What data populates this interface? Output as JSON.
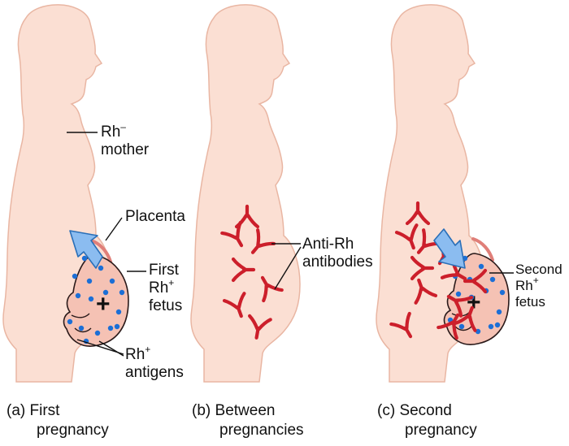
{
  "colors": {
    "body_fill": "#fbdfd3",
    "body_outline": "#e9b6a3",
    "fetus_fill": "#f5c2b4",
    "placenta": "#e07f79",
    "antigen_dot": "#1c6fd6",
    "antibody": "#cc1f2b",
    "arrow_fill": "#8bbcf0",
    "arrow_stroke": "#2a6fb8",
    "text": "#111111"
  },
  "panel_a": {
    "caption_letter": "(a)",
    "caption_line1": "First",
    "caption_line2": "pregnancy",
    "mother_label_line1_base": "Rh",
    "mother_label_line1_sup": "–",
    "mother_label_line2": "mother",
    "placenta_label": "Placenta",
    "fetus_label_line1": "First",
    "fetus_label_line2_base": "Rh",
    "fetus_label_line2_sup": "+",
    "fetus_label_line3": "fetus",
    "antigens_label_line1_base": "Rh",
    "antigens_label_line1_sup": "+",
    "antigens_label_line2": "antigens"
  },
  "panel_b": {
    "caption_letter": "(b)",
    "caption_line1": "Between",
    "caption_line2": "pregnancies",
    "antibodies_label_line1": "Anti-Rh",
    "antibodies_label_line2": "antibodies"
  },
  "panel_c": {
    "caption_letter": "(c)",
    "caption_line1": "Second",
    "caption_line2": "pregnancy",
    "fetus_label_line1": "Second",
    "fetus_label_line2_base": "Rh",
    "fetus_label_line2_sup": "+",
    "fetus_label_line3": "fetus"
  }
}
